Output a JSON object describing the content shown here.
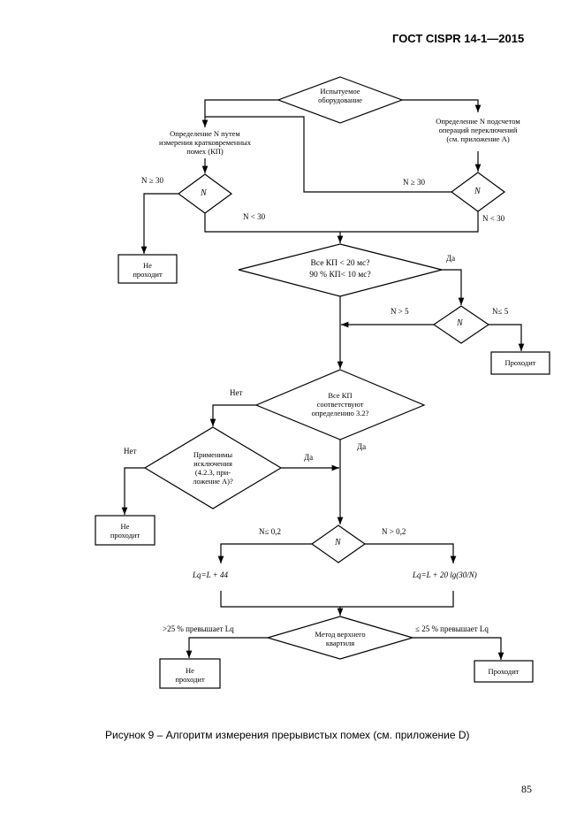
{
  "header": {
    "title": "ГОСТ CISPR 14-1—2015"
  },
  "flowchart": {
    "start": {
      "line1": "Испытуемое",
      "line2": "оборудование"
    },
    "left_method": {
      "line1": "Определение N путем",
      "line2": "измерения кратковременных",
      "line3": "помех (КП)"
    },
    "right_method": {
      "line1": "Определение N подсчетом",
      "line2": "операций переключений",
      "line3": "(см. приложение А)"
    },
    "decision_n": "N",
    "n_ge_30": "N ≥ 30",
    "n_lt_30": "N < 30",
    "fail": {
      "line1": "Не",
      "line2": "проходит"
    },
    "pass": "Проходит",
    "kp_check": {
      "line1": "Все КП < 20 мс?",
      "line2": "90 % КП< 10 мс?"
    },
    "yes": "Да",
    "no": "Нет",
    "n_gt_5": "N > 5",
    "n_le_5": "N≤ 5",
    "kp_def": {
      "line1": "Все КП",
      "line2": "соответствуют",
      "line3": "определению 3.2?"
    },
    "exceptions": {
      "line1": "Применимы",
      "line2": "исключения",
      "line3": "(4.2.3, при-",
      "line4": "ложение А)?"
    },
    "n_le_02": "N≤ 0,2",
    "n_gt_02": "N > 0,2",
    "lq_left": "Lq=L + 44",
    "lq_right": "Lq=L + 20 lg(30/N)",
    "quartile": {
      "line1": "Метод верхнего",
      "line2": "квартиля"
    },
    "exceeds_left": ">25 % превышает Lq",
    "exceeds_right": "≤ 25 % превышает Lq"
  },
  "caption": "Рисунок 9 – Алгоритм измерения  прерывистых помех (см. приложение D)",
  "page_number": "85"
}
